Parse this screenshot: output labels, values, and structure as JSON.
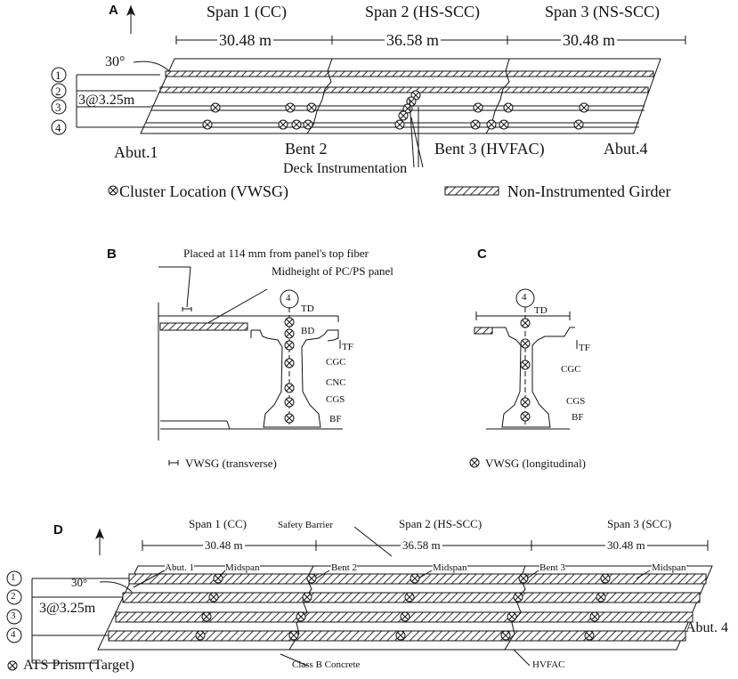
{
  "panel_a": {
    "label": "A",
    "spans": [
      "Span 1 (CC)",
      "Span 2 (HS-SCC)",
      "Span 3 (NS-SCC)"
    ],
    "span_lengths": [
      "30.48 m",
      "36.58 m",
      "30.48 m"
    ],
    "skew": "30°",
    "spacing": "3@3.25m",
    "girders": [
      "1",
      "2",
      "3",
      "4"
    ],
    "supports": [
      "Abut.1",
      "Bent 2",
      "Bent 3 (HVFAC)",
      "Abut.4"
    ],
    "deck_instr": "Deck Instrumentation",
    "legend_cluster": "Cluster Location (VWSG)",
    "legend_noninst": "Non-Instrumented Girder"
  },
  "panel_b": {
    "label": "B",
    "note1": "Placed at 114 mm from panel's top fiber",
    "note2": "Midheight of PC/PS panel",
    "girder": "4",
    "levels": [
      "TD",
      "BD",
      "TF",
      "CGC",
      "CNC",
      "CGS",
      "BF"
    ],
    "legend": "VWSG  (transverse)"
  },
  "panel_c": {
    "label": "C",
    "girder": "4",
    "levels": [
      "TD",
      "TF",
      "CGC",
      "CGS",
      "BF"
    ],
    "legend": "VWSG (longitudinal)"
  },
  "panel_d": {
    "label": "D",
    "spans": [
      "Span 1 (CC)",
      "Span 2 (HS-SCC)",
      "Span 3 (SCC)"
    ],
    "span_lengths": [
      "30.48 m",
      "36.58 m",
      "30.48 m"
    ],
    "safety_barrier": "Safety Barrier",
    "skew": "30°",
    "spacing": "3@3.25m",
    "girders": [
      "1",
      "2",
      "3",
      "4"
    ],
    "top_labels": [
      "Abut. 1",
      "Midspan",
      "Bent 2",
      "Midspan",
      "Bent 3",
      "Midspan"
    ],
    "abut4": "Abut. 4",
    "legend": "ATS Prism (Target)",
    "class_b": "Class B Concrete",
    "hvfac": "HVFAC"
  }
}
